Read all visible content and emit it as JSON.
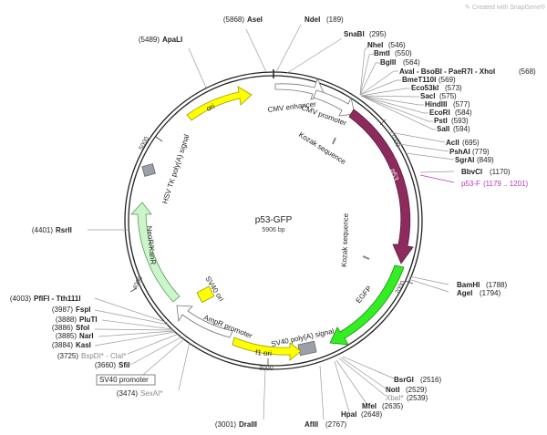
{
  "watermark": "Created with SnapGene®",
  "plasmid": {
    "name": "p53-GFP",
    "size": "5906 bp"
  },
  "ticks": [
    "1000",
    "2000",
    "3000",
    "4000",
    "5000"
  ],
  "features": {
    "cmv_enhancer": "CMV enhancer",
    "cmv_promoter": "CMV promoter",
    "kozak1": "Kozak sequence",
    "p53": "p53",
    "kozak2": "Kozak sequence",
    "egfp": "EGFP",
    "sv40_polya": "SV40 poly(A) signal",
    "f1_ori": "f1 ori",
    "ampr_promoter": "AmpR promoter",
    "sv40_ori": "SV40 ori",
    "neor": "NeoR/KanR",
    "hsv_tk": "HSV TK poly(A) signal",
    "ori": "ori"
  },
  "sites": {
    "asei": {
      "pos": "(5868)",
      "name": "AseI"
    },
    "ndei": {
      "name": "NdeI",
      "pos": "(189)"
    },
    "apali": {
      "pos": "(5489)",
      "name": "ApaLI"
    },
    "snabi": {
      "name": "SnaBI",
      "pos": "(295)"
    },
    "nhei": {
      "name": "NheI",
      "pos": "(546)"
    },
    "bmti": {
      "name": "BmtI",
      "pos": "(550)"
    },
    "bglii": {
      "name": "BglII",
      "pos": "(564)"
    },
    "avai": {
      "name": "AvaI - BsoBI - PaeR7I - XhoI",
      "pos": "(568)"
    },
    "bmet": {
      "name": "BmeT110I",
      "pos": "(569)"
    },
    "eco53": {
      "name": "Eco53kI",
      "pos": "(573)"
    },
    "saci": {
      "name": "SacI",
      "pos": "(575)"
    },
    "hind": {
      "name": "HindIII",
      "pos": "(577)"
    },
    "ecori": {
      "name": "EcoRI",
      "pos": "(584)"
    },
    "psti": {
      "name": "PstI",
      "pos": "(593)"
    },
    "sali": {
      "name": "SalI",
      "pos": "(594)"
    },
    "acli": {
      "name": "AclI",
      "pos": "(695)"
    },
    "pshai": {
      "name": "PshAI",
      "pos": "(779)"
    },
    "sgrai": {
      "name": "SgrAI",
      "pos": "(849)"
    },
    "bbvci": {
      "name": "BbvCI",
      "pos": "(1170)"
    },
    "p53f": {
      "name": "p53-F",
      "pos": "(1179 .. 1201)"
    },
    "bamhi": {
      "name": "BamHI",
      "pos": "(1788)"
    },
    "agei": {
      "name": "AgeI",
      "pos": "(1794)"
    },
    "bsrgi": {
      "name": "BsrGI",
      "pos": "(2516)"
    },
    "noti": {
      "name": "NotI",
      "pos": "(2529)"
    },
    "xbai": {
      "name": "XbaI*",
      "pos": "(2539)"
    },
    "mfei": {
      "name": "MfeI",
      "pos": "(2635)"
    },
    "hpai": {
      "name": "HpaI",
      "pos": "(2648)"
    },
    "aflii": {
      "name": "AflII",
      "pos": "(2767)"
    },
    "draiii": {
      "pos": "(3001)",
      "name": "DraIII"
    },
    "sexai": {
      "pos": "(3474)",
      "name": "SexAI*"
    },
    "sv40p": {
      "name": "SV40 promoter"
    },
    "sfii": {
      "pos": "(3660)",
      "name": "SfiI"
    },
    "bspdi": {
      "pos": "(3725)",
      "name": "BspDI* - ClaI*"
    },
    "kasi": {
      "pos": "(3884)",
      "name": "KasI"
    },
    "nari": {
      "pos": "(3885)",
      "name": "NarI"
    },
    "sfoi": {
      "pos": "(3886)",
      "name": "SfoI"
    },
    "pluti": {
      "pos": "(3888)",
      "name": "PluTI"
    },
    "fspi": {
      "pos": "(3987)",
      "name": "FspI"
    },
    "pflfi": {
      "pos": "(4003)",
      "name": "PflFI - Tth111I"
    },
    "rsrii": {
      "pos": "(4401)",
      "name": "RsrII"
    }
  },
  "colors": {
    "ori": "#ffff00",
    "p53": "#8e2b5e",
    "egfp": "#33ee22",
    "neor": "#ccf5cc",
    "f1_ori": "#ffff00",
    "sv40_polya_box": "#9aa0a8",
    "hsv_tk_box": "#9aa0a8",
    "sv40_ori_box": "#ffff00",
    "cmv": "#ffffff"
  }
}
